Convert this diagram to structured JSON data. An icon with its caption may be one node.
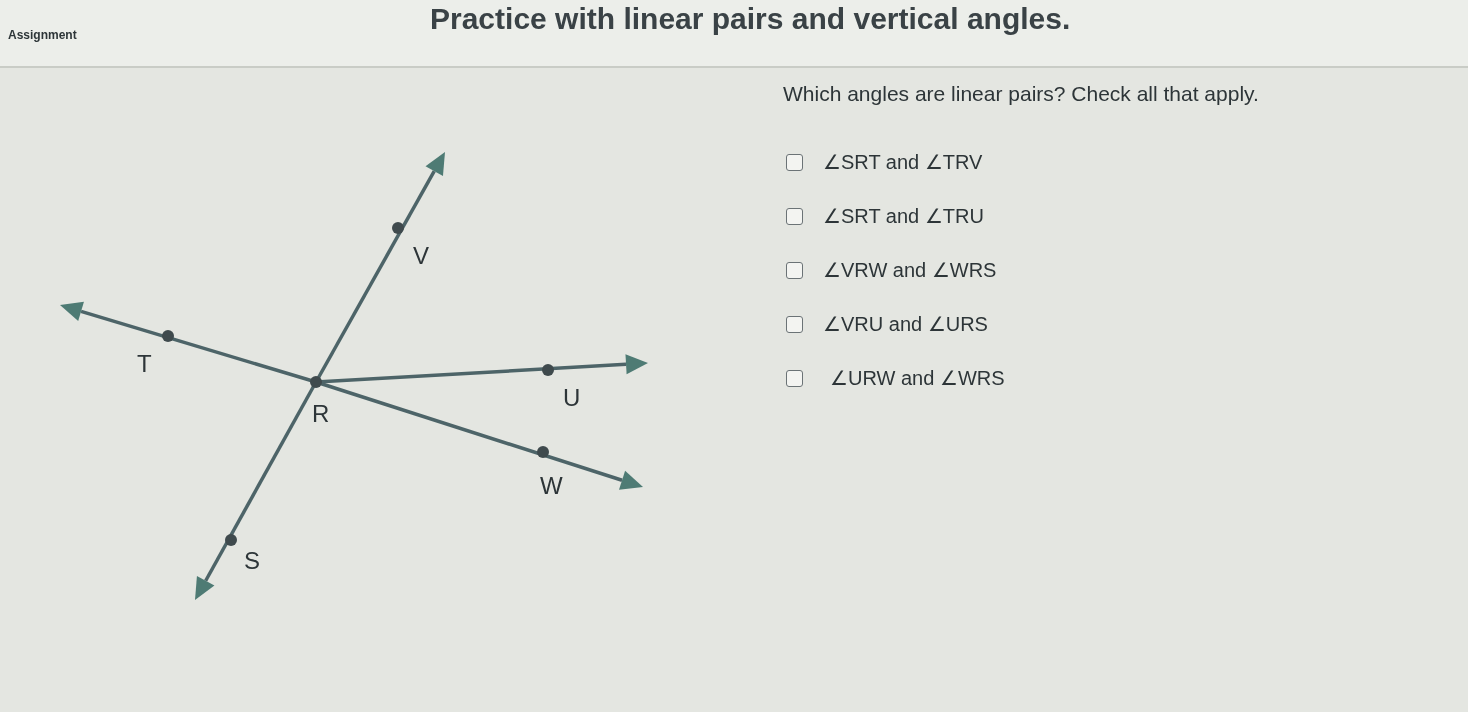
{
  "diagram": {
    "title": "Practice with linear pairs and vertical angles.",
    "labels": [
      "Assignment",
      "Which angles are linear pairs? Check all that apply.",
      "∠SRT and ∠TRV",
      "∠SRT and ∠TRU",
      "∠VRW and ∠WRS",
      "∠VRU and ∠URS",
      "∠URW and ∠WRS",
      "V",
      "T",
      "U",
      "R",
      "W",
      "S"
    ]
  }
}
